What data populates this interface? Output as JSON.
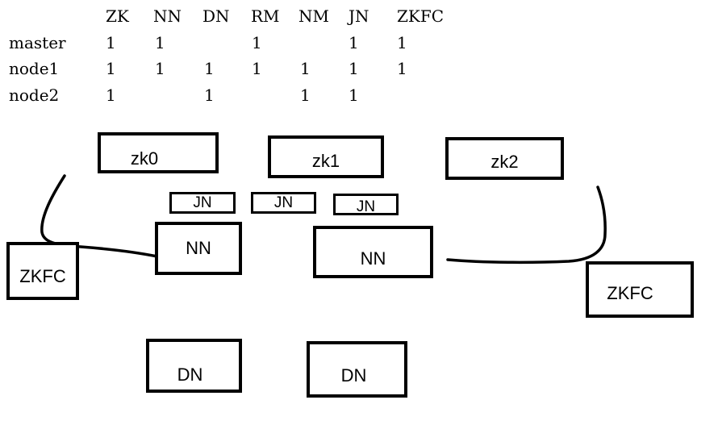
{
  "table": {
    "columns": [
      "ZK",
      "NN",
      "DN",
      "RM",
      "NM",
      "JN",
      "ZKFC"
    ],
    "rows": [
      {
        "host": "master",
        "cells": [
          "1",
          "1",
          "",
          "1",
          "",
          "1",
          "1"
        ]
      },
      {
        "host": "node1",
        "cells": [
          "1",
          "1",
          "1",
          "1",
          "1",
          "1",
          "1"
        ]
      },
      {
        "host": "node2",
        "cells": [
          "1",
          "",
          "1",
          "",
          "1",
          "1",
          ""
        ]
      }
    ]
  },
  "diagram": {
    "zk0": "zk0",
    "zk1": "zk1",
    "zk2": "zk2",
    "jn1": "JN",
    "jn2": "JN",
    "jn3": "JN",
    "nn_left": "NN",
    "nn_right": "NN",
    "zkfc_left": "ZKFC",
    "zkfc_right": "ZKFC",
    "dn_left": "DN",
    "dn_right": "DN"
  }
}
